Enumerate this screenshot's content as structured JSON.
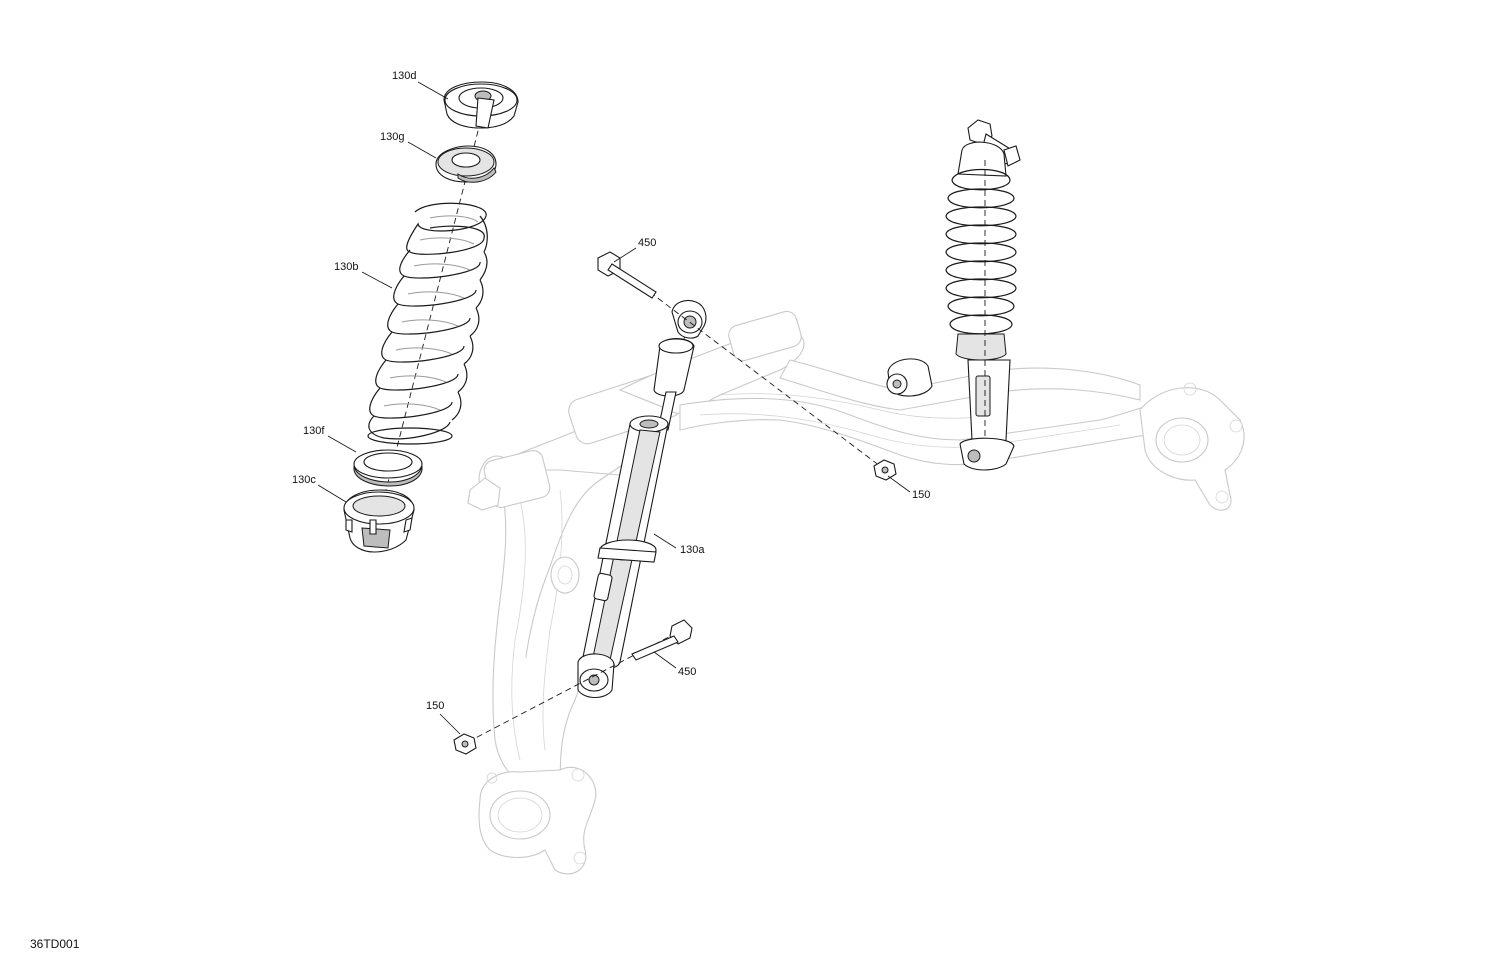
{
  "figure": {
    "id": "36TD001",
    "callouts": [
      "130d",
      "130g",
      "130b",
      "130f",
      "130c",
      "130a",
      "450",
      "450",
      "150",
      "150"
    ]
  },
  "colors": {
    "line": "#1a1a1a",
    "ghost": "#c9c9c9",
    "shade": "#e4e4e4",
    "background": "#ffffff"
  }
}
